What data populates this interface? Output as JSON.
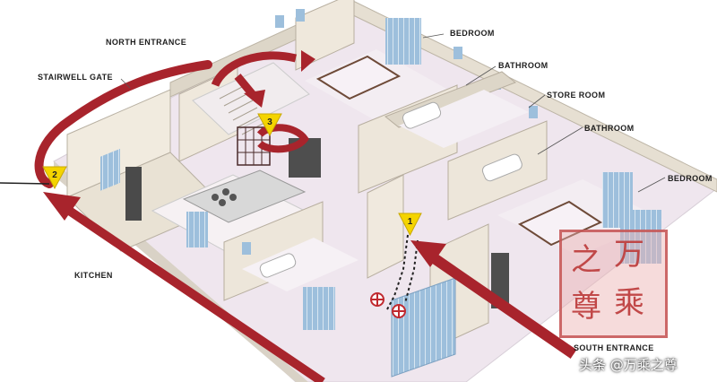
{
  "labels": {
    "north_entrance": "NORTH ENTRANCE",
    "stairwell_gate": "STAIRWELL GATE",
    "kitchen": "KITCHEN",
    "bedroom_top": "BEDROOM",
    "bathroom_top": "BATHROOM",
    "store_room": "STORE ROOM",
    "bathroom_mid": "BATHROOM",
    "bedroom_right": "BEDROOM",
    "south_entrance": "SOUTH ENTRANCE"
  },
  "markers": {
    "m1": "1",
    "m2": "2",
    "m3": "3"
  },
  "watermark": {
    "stamp_chars": [
      "之",
      "万",
      "尊",
      "乘"
    ],
    "caption": "头条 @万乘之尊"
  },
  "colors": {
    "floor": "#ece4ec",
    "wall_top": "#ddd6c8",
    "wall_side": "#efe9de",
    "route_arrow": "#a8242c",
    "marker_fill": "#f4d400",
    "window_glass": "#8fb5d6"
  }
}
